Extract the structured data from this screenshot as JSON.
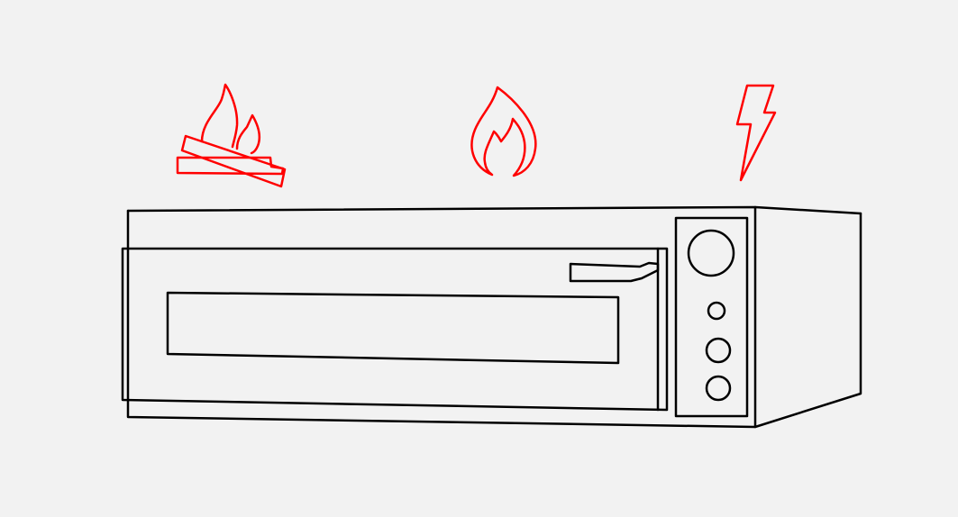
{
  "colors": {
    "background": "#f2f2f2",
    "outline": "#000000",
    "accent": "#ff0000"
  },
  "icons": [
    {
      "name": "wood-fire-icon"
    },
    {
      "name": "gas-flame-icon"
    },
    {
      "name": "electric-bolt-icon"
    }
  ],
  "illustration": {
    "name": "pizza-oven",
    "control_panel": {
      "dial_count": 1,
      "button_count": 3
    }
  }
}
